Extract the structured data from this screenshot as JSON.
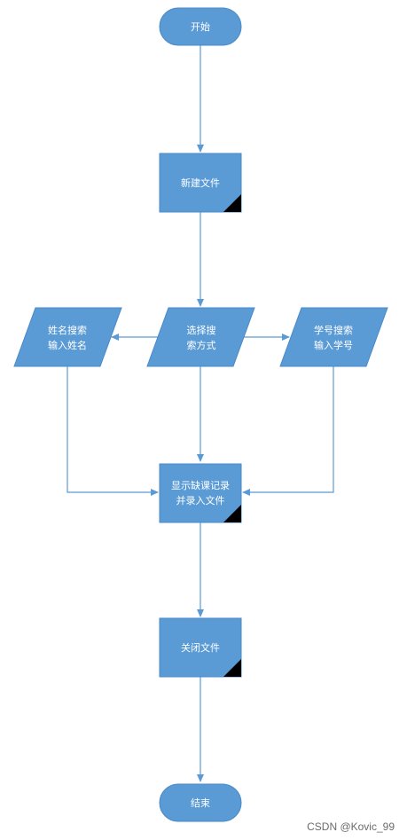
{
  "colors": {
    "node_fill": "#5B9BD5",
    "node_stroke": "#4A89C8",
    "connector": "#5B9BD5",
    "corner_mark": "#000000",
    "text": "#ffffff"
  },
  "nodes": {
    "start": {
      "label": "开始"
    },
    "new_file": {
      "label": "新建文件"
    },
    "name_search": {
      "line1": "姓名搜索",
      "line2": "输入姓名"
    },
    "select_method": {
      "line1": "选择搜",
      "line2": "索方式"
    },
    "id_search": {
      "line1": "学号搜索",
      "line2": "输入学号"
    },
    "display_record": {
      "line1": "显示缺课记录",
      "line2": "并录入文件"
    },
    "close_file": {
      "label": "关闭文件"
    },
    "end": {
      "label": "结束"
    }
  },
  "watermark": "CSDN @Kovic_99"
}
